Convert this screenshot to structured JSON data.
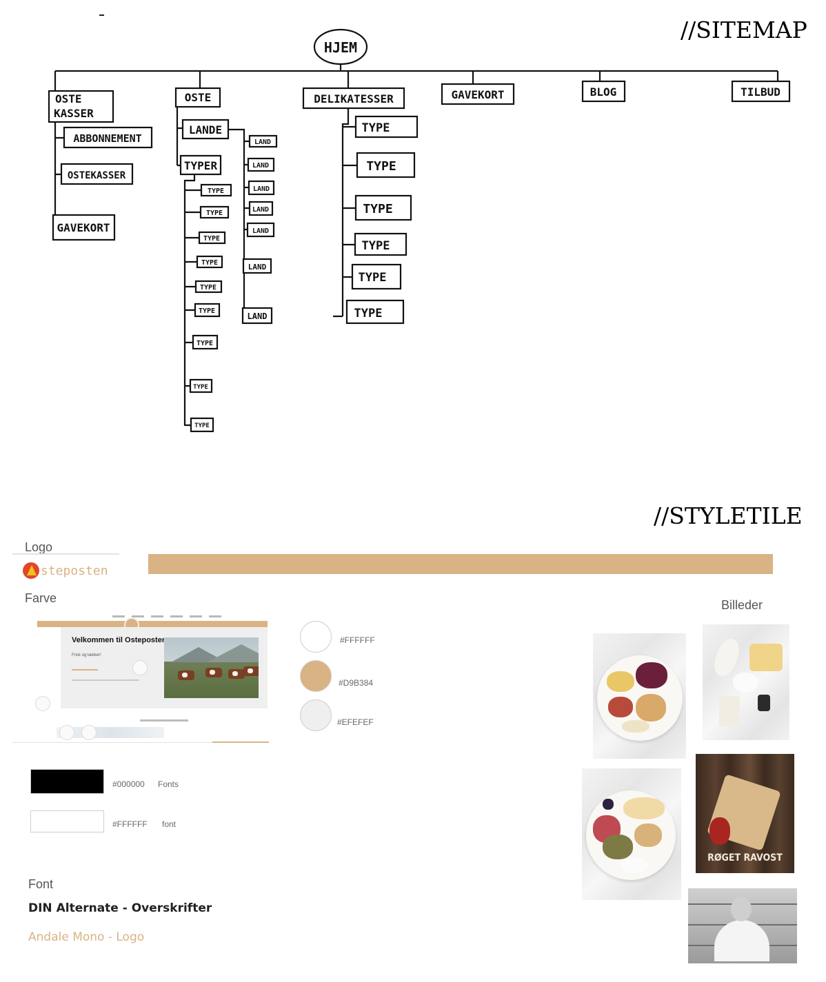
{
  "sitemap": {
    "heading": "//SITEMAP",
    "root": "HJEM",
    "sections": [
      {
        "label_lines": [
          "OSTE",
          "KASSER"
        ],
        "children": [
          "ABBONNEMENT",
          "OSTEKASSER",
          "GAVEKORT"
        ]
      },
      {
        "label_lines": [
          "OSTE"
        ],
        "children": [
          "LANDE",
          "TYPER"
        ],
        "lande_children": [
          "LAND",
          "LAND",
          "LAND",
          "LAND",
          "LAND",
          "LAND",
          "LAND"
        ],
        "typer_children": [
          "TYPE",
          "TYPE",
          "TYPE",
          "TYPE",
          "TYPE",
          "TYPE",
          "TYPE",
          "TYPE",
          "TYPE"
        ]
      },
      {
        "label_lines": [
          "DELIKATESSER"
        ],
        "children": [
          "TYPE",
          "TYPE",
          "TYPE",
          "TYPE",
          "TYPE",
          "TYPE"
        ]
      },
      {
        "label_lines": [
          "GAVEKORT"
        ],
        "children": []
      },
      {
        "label_lines": [
          "BLOG"
        ],
        "children": []
      },
      {
        "label_lines": [
          "TILBUD"
        ],
        "children": []
      }
    ]
  },
  "styletile": {
    "heading": "//STYLETILE",
    "logo_label": "Logo",
    "logo_text": "steposten",
    "farve_label": "Farve",
    "preview": {
      "title": "Velkommen til Osteposten",
      "subtitle": "Frisk og lækker!"
    },
    "swatches": [
      {
        "color": "#FFFFFF",
        "hex": "#FFFFFF"
      },
      {
        "color": "#D9B384",
        "hex": "#D9B384"
      },
      {
        "color": "#EFEFEF",
        "hex": "#EFEFEF"
      }
    ],
    "font_colors": [
      {
        "color": "#000000",
        "hex": "#000000",
        "note": "Fonts"
      },
      {
        "color": "#FFFFFF",
        "hex": "#FFFFFF",
        "note": "font"
      }
    ],
    "font_label": "Font",
    "font_headings": "DIN Alternate - Overskrifter",
    "font_logo": "Andale Mono - Logo",
    "images_label": "Billeder",
    "image_caption": "RØGET RAVOST",
    "accent": "#D9B384"
  }
}
